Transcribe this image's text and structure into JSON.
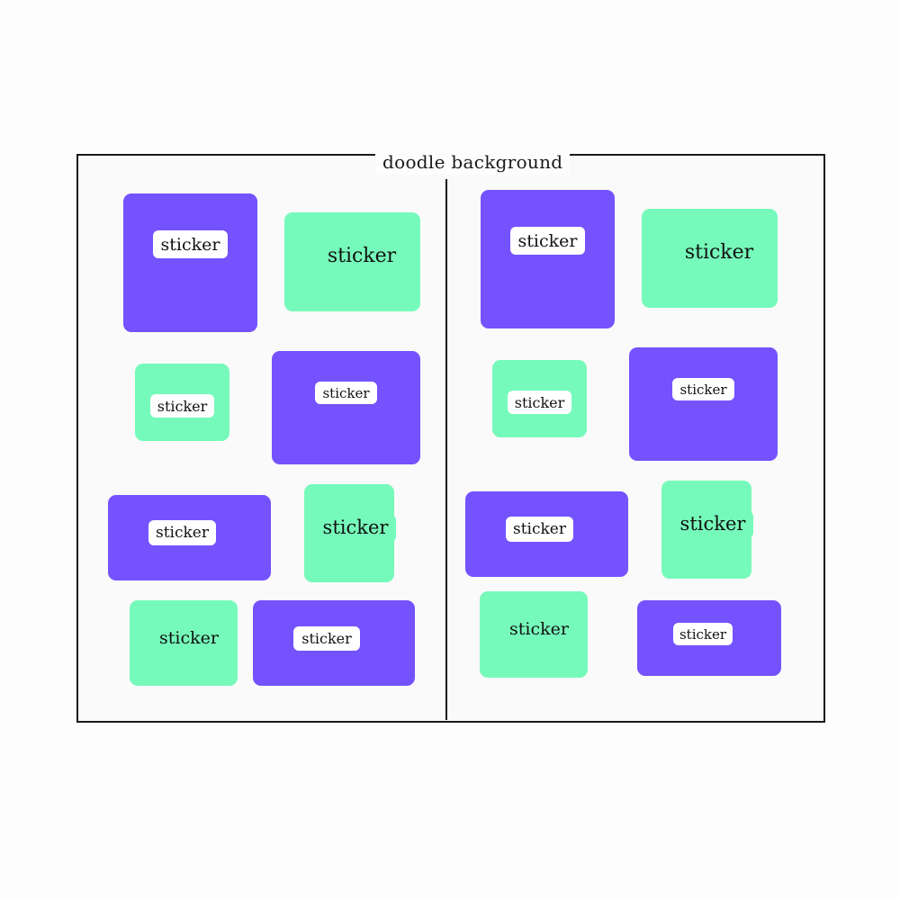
{
  "diagram": {
    "title": "doodle background",
    "colors": {
      "purple": "#7452fd",
      "green": "#76fabb",
      "chip": "#ffffff",
      "frame": "#1a1a1a"
    },
    "panels": [
      {
        "stickers": [
          {
            "color": "purple",
            "label": "sticker"
          },
          {
            "color": "green",
            "label": "sticker"
          },
          {
            "color": "green",
            "label": "sticker"
          },
          {
            "color": "purple",
            "label": "sticker"
          },
          {
            "color": "purple",
            "label": "sticker"
          },
          {
            "color": "green",
            "label": "sticker"
          },
          {
            "color": "green",
            "label": "sticker"
          },
          {
            "color": "purple",
            "label": "sticker"
          }
        ]
      },
      {
        "stickers": [
          {
            "color": "purple",
            "label": "sticker"
          },
          {
            "color": "green",
            "label": "sticker"
          },
          {
            "color": "green",
            "label": "sticker"
          },
          {
            "color": "purple",
            "label": "sticker"
          },
          {
            "color": "purple",
            "label": "sticker"
          },
          {
            "color": "green",
            "label": "sticker"
          },
          {
            "color": "green",
            "label": "sticker"
          },
          {
            "color": "purple",
            "label": "sticker"
          }
        ]
      }
    ]
  }
}
